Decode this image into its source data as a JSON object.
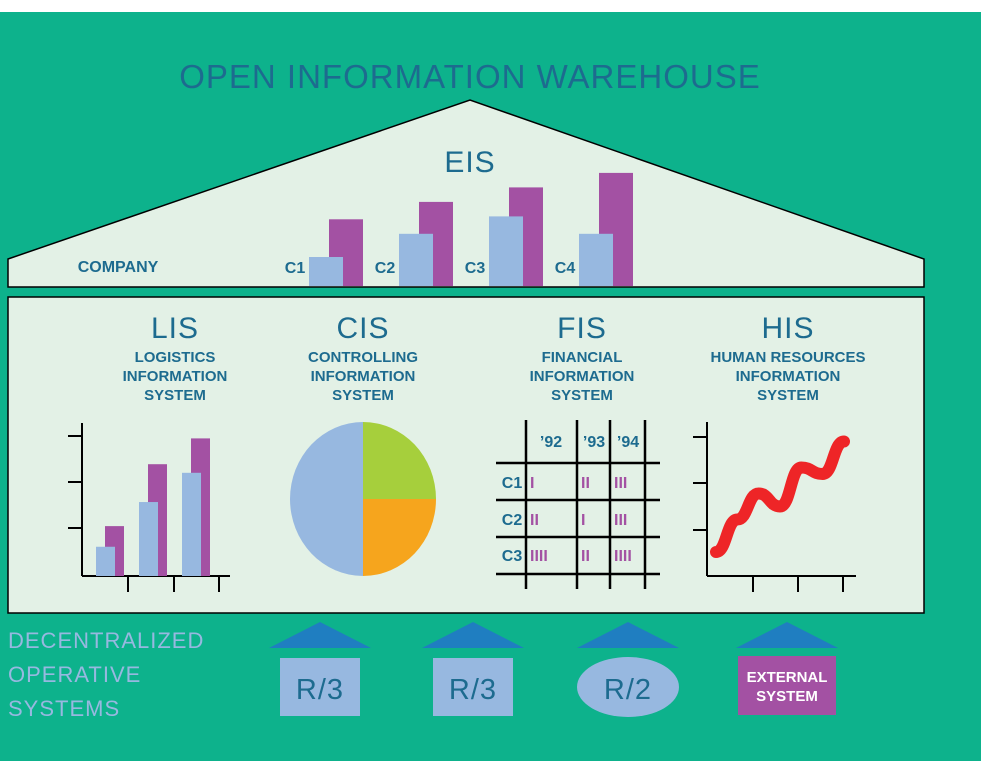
{
  "title": "OPEN INFORMATION WAREHOUSE",
  "colors": {
    "background": "#0db28c",
    "panel": "#e3f1e6",
    "text_blue": "#1d6b8f",
    "bar_blue": "#97b8e0",
    "bar_purple": "#a351a3",
    "pie_green": "#a6cf3c",
    "pie_orange": "#f6a51d",
    "trend_red": "#ee2527",
    "ext_system": "#a351a3",
    "arrow": "#1f7ec1"
  },
  "eis": {
    "label": "EIS",
    "company_label": "COMPANY",
    "bars": [
      {
        "label": "C1",
        "light": 1.0,
        "dark": 2.3
      },
      {
        "label": "C2",
        "light": 1.8,
        "dark": 2.9
      },
      {
        "label": "C3",
        "light": 2.4,
        "dark": 3.4
      },
      {
        "label": "C4",
        "light": 1.8,
        "dark": 3.9
      }
    ]
  },
  "modules": [
    {
      "abbr": "LIS",
      "name_lines": [
        "LOGISTICS",
        "INFORMATION",
        "SYSTEM"
      ]
    },
    {
      "abbr": "CIS",
      "name_lines": [
        "CONTROLLING",
        "INFORMATION",
        "SYSTEM"
      ]
    },
    {
      "abbr": "FIS",
      "name_lines": [
        "FINANCIAL",
        "INFORMATION",
        "SYSTEM"
      ]
    },
    {
      "abbr": "HIS",
      "name_lines": [
        "HUMAN RESOURCES",
        "INFORMATION",
        "SYSTEM"
      ]
    }
  ],
  "lis_chart": {
    "pairs": [
      {
        "light": 1.7,
        "dark": 2.9
      },
      {
        "light": 4.3,
        "dark": 6.5
      },
      {
        "light": 6.0,
        "dark": 8.0
      }
    ]
  },
  "cis_pie": {
    "slices": [
      {
        "name": "green",
        "fraction": 0.25
      },
      {
        "name": "orange",
        "fraction": 0.25
      },
      {
        "name": "blue",
        "fraction": 0.5
      }
    ]
  },
  "fis_table": {
    "years": [
      "’92",
      "’93",
      "’94"
    ],
    "rows": [
      {
        "label": "C1",
        "cells": [
          "I",
          "II",
          "III"
        ]
      },
      {
        "label": "C2",
        "cells": [
          "II",
          "I",
          "III"
        ]
      },
      {
        "label": "C3",
        "cells": [
          "IIII",
          "II",
          "IIII"
        ]
      }
    ]
  },
  "his_trend": {
    "description_values": [
      0.1,
      0.35,
      0.55,
      0.45,
      0.75,
      0.7,
      0.95
    ]
  },
  "decentralized": {
    "label_lines": [
      "DECENTRALIZED",
      "OPERATIVE",
      "SYSTEMS"
    ],
    "systems": [
      {
        "label": "R/3",
        "shape": "rect"
      },
      {
        "label": "R/3",
        "shape": "rect"
      },
      {
        "label": "R/2",
        "shape": "ellipse"
      },
      {
        "label_lines": [
          "EXTERNAL",
          "SYSTEM"
        ],
        "shape": "external"
      }
    ]
  }
}
